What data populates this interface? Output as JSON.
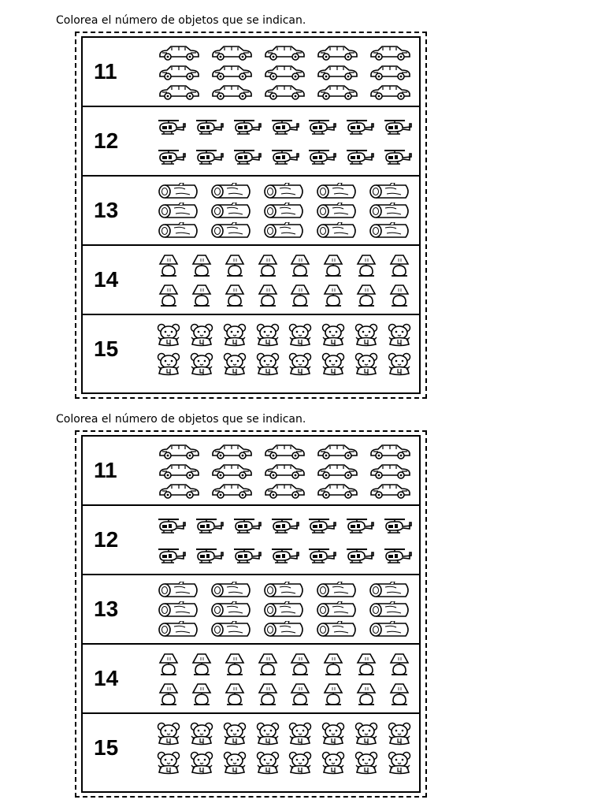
{
  "sheets": [
    {
      "instruction": "Colorea el número de objetos que se indican.",
      "rows": [
        {
          "number": "11",
          "object": "car-icon",
          "cols": 5,
          "lines": 3
        },
        {
          "number": "12",
          "object": "helicopter-icon",
          "cols": 7,
          "lines": 2
        },
        {
          "number": "13",
          "object": "log-icon",
          "cols": 5,
          "lines": 3
        },
        {
          "number": "14",
          "object": "lamp-icon",
          "cols": 8,
          "lines": 2
        },
        {
          "number": "15",
          "object": "teddy-bear-icon",
          "cols": 8,
          "lines": 2
        }
      ]
    },
    {
      "instruction": "Colorea el número de objetos que se indican.",
      "rows": [
        {
          "number": "11",
          "object": "car-icon",
          "cols": 5,
          "lines": 3
        },
        {
          "number": "12",
          "object": "helicopter-icon",
          "cols": 7,
          "lines": 2
        },
        {
          "number": "13",
          "object": "log-icon",
          "cols": 5,
          "lines": 3
        },
        {
          "number": "14",
          "object": "lamp-icon",
          "cols": 8,
          "lines": 2
        },
        {
          "number": "15",
          "object": "teddy-bear-icon",
          "cols": 8,
          "lines": 2
        }
      ]
    }
  ]
}
